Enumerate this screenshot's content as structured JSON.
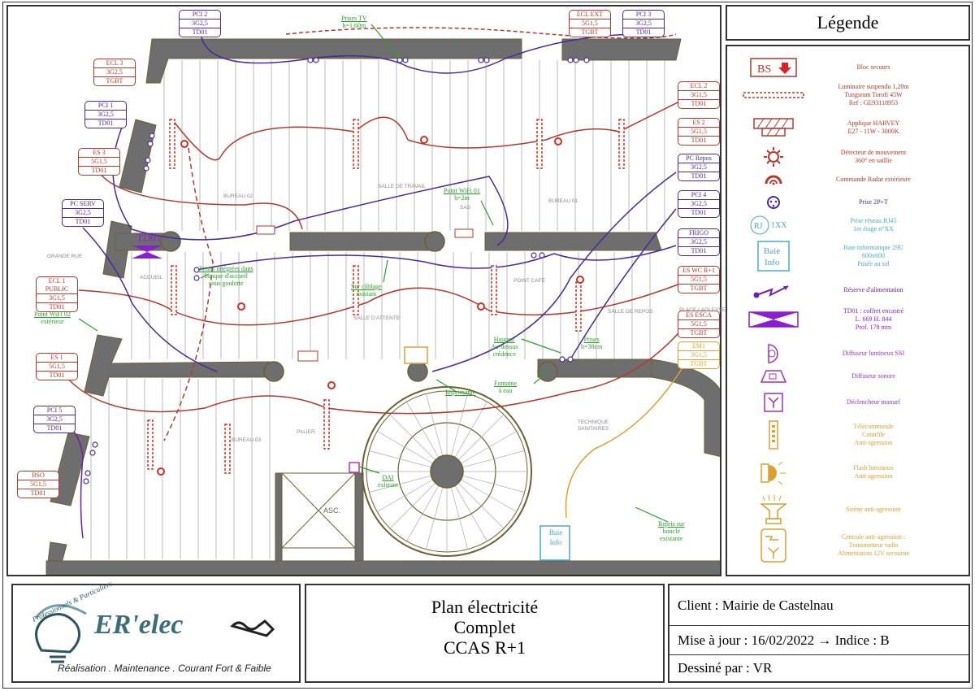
{
  "plan": {
    "circuits": [
      {
        "id": "pci2",
        "name": "PCI 2",
        "cable": "3G2,5",
        "board": "TD01",
        "kind": "pur"
      },
      {
        "id": "eclext",
        "name": "ECL EXT",
        "cable": "5G1,5",
        "board": "TGBT",
        "kind": "red"
      },
      {
        "id": "pci3",
        "name": "PCI 3",
        "cable": "3G2,5",
        "board": "TD01",
        "kind": "pur"
      },
      {
        "id": "ecl3",
        "name": "ECL 3",
        "cable": "3G2,5",
        "board": "TGBT",
        "kind": "red"
      },
      {
        "id": "pci1",
        "name": "PCI 1",
        "cable": "3G2,5",
        "board": "TD01",
        "kind": "pur"
      },
      {
        "id": "es3",
        "name": "ES 3",
        "cable": "5G1,5",
        "board": "TD01",
        "kind": "red"
      },
      {
        "id": "pcserv",
        "name": "PC SERV",
        "cable": "3G2,5",
        "board": "TD01",
        "kind": "pur"
      },
      {
        "id": "ecl1",
        "name": "ECL 1 PUBLIC",
        "cable": "3G1,5",
        "board": "TD01",
        "kind": "red"
      },
      {
        "id": "es1",
        "name": "ES 1",
        "cable": "5G1,5",
        "board": "TD01",
        "kind": "red"
      },
      {
        "id": "pci5",
        "name": "PCI 5",
        "cable": "3G2,5",
        "board": "TD01",
        "kind": "pur"
      },
      {
        "id": "bso",
        "name": "BSO",
        "cable": "5G1,5",
        "board": "TD01",
        "kind": "red"
      },
      {
        "id": "ecl2",
        "name": "ECL 2",
        "cable": "3G1,5",
        "board": "TD01",
        "kind": "red"
      },
      {
        "id": "es2",
        "name": "ES 2",
        "cable": "5G1,5",
        "board": "TD01",
        "kind": "red"
      },
      {
        "id": "pcrepos",
        "name": "PC Repos",
        "cable": "3G2,5",
        "board": "TD01",
        "kind": "pur"
      },
      {
        "id": "pci4",
        "name": "PCI 4",
        "cable": "3G2,5",
        "board": "TD01",
        "kind": "pur"
      },
      {
        "id": "frigo",
        "name": "FRIGO",
        "cable": "3G2,5",
        "board": "TD01",
        "kind": "pur"
      },
      {
        "id": "eswc",
        "name": "ES WC R+1",
        "cable": "5G1,5",
        "board": "TGBT",
        "kind": "red"
      },
      {
        "id": "esesca",
        "name": "ES ESCA",
        "cable": "5G1,5",
        "board": "TGBT",
        "kind": "red"
      },
      {
        "id": "em1",
        "name": "EM1",
        "cable": "3G1,5",
        "board": "TGBT",
        "kind": "org"
      }
    ],
    "notes": [
      {
        "id": "tv",
        "title": "Prises TV",
        "lines": [
          "h=1,60m"
        ]
      },
      {
        "id": "wifi1",
        "title": "Point WiFi 01",
        "lines": [
          "h=2m"
        ]
      },
      {
        "id": "accueil",
        "title": "Prises intégrées dans",
        "lines": [
          "banque d'accueil",
          "sous goulotte"
        ]
      },
      {
        "id": "cablage",
        "title": "Sur câblage",
        "lines": [
          "existant"
        ]
      },
      {
        "id": "wifi2",
        "title": "Point WiFi 02",
        "lines": [
          "extérieur"
        ]
      },
      {
        "id": "hauteur",
        "title": "Hauteur",
        "lines": [
          "Au-dessus",
          "crédence"
        ]
      },
      {
        "id": "prises30",
        "title": "Prises",
        "lines": [
          "h=30cm"
        ]
      },
      {
        "id": "fontaine",
        "title": "Fontaine",
        "lines": [
          "à eau"
        ]
      },
      {
        "id": "imprimante",
        "title": "Imprimante",
        "lines": []
      },
      {
        "id": "dai",
        "title": "DAI",
        "lines": [
          "existant"
        ]
      },
      {
        "id": "repris",
        "title": "Repris sur",
        "lines": [
          "boucle",
          "existante"
        ]
      }
    ],
    "rooms": {
      "bureau02": "BUREAU 02",
      "salle_travail": "SALLE DE TRAVAIL",
      "sas": "SAS",
      "bureau01": "BUREAU 01",
      "grande_rue": "GRANDE RUE",
      "accueil": "ACCUEIL",
      "salle_attente": "SALLE D'ATTENTE",
      "point_cafe": "POINT CAFE",
      "salle_repos": "SALLE DE REPOS",
      "bureau03": "BUREAU 03",
      "palier": "PALIER",
      "technique": "TECHNIQUE SANITAIRES",
      "asc": "ASC.",
      "place": "PLACE LAGLEYSE"
    },
    "td01_label": "TD01",
    "baie_label": [
      "Baie",
      "Info"
    ]
  },
  "legend": {
    "title": "Légende",
    "items": [
      {
        "id": "bs",
        "lines": [
          "Bloc secours"
        ],
        "color": "#b23a2a",
        "symbol_text": "BS"
      },
      {
        "id": "luminaire",
        "lines": [
          "Luminaire suspendu 1,20m",
          "Tungsram Torofi 45W",
          "Ref : GE93118953"
        ],
        "color": "#b23a2a"
      },
      {
        "id": "applique",
        "lines": [
          "Applique HARVEY",
          "E27 - 11W - 3000K"
        ],
        "color": "#b23a2a"
      },
      {
        "id": "detecteur",
        "lines": [
          "Détecteur de mouvement",
          "360° en saillie"
        ],
        "color": "#b23a2a"
      },
      {
        "id": "radar",
        "lines": [
          "Commande Radar extérieure"
        ],
        "color": "#b23a2a"
      },
      {
        "id": "prise",
        "lines": [
          "Prise 2P+T"
        ],
        "color": "#4b2a9b"
      },
      {
        "id": "rj45",
        "lines": [
          "Prise réseau RJ45",
          "1er étage n°XX"
        ],
        "color": "#4aa8c8",
        "symbol_text": "RJ",
        "symbol_suffix": "1XX"
      },
      {
        "id": "baie",
        "lines": [
          "Baie informatique 29U",
          "600x600",
          "Posée au sol"
        ],
        "color": "#4aa8c8",
        "symbol_lines": [
          "Baie",
          "Info"
        ]
      },
      {
        "id": "reserve",
        "lines": [
          "Réserve d'alimentation"
        ],
        "color": "#6a1fb0"
      },
      {
        "id": "td01",
        "lines": [
          "TD01 : coffret encastré",
          "L. 669 H. 844",
          "Prof. 178 mm"
        ],
        "color": "#8a1fd0"
      },
      {
        "id": "ssi",
        "lines": [
          "Diffuseur lumineux SSI"
        ],
        "color": "#a030c0"
      },
      {
        "id": "sonore",
        "lines": [
          "Diffuseur sonore"
        ],
        "color": "#a030c0"
      },
      {
        "id": "declencheur",
        "lines": [
          "Déclencheur manuel"
        ],
        "color": "#a030c0"
      },
      {
        "id": "telecommande",
        "lines": [
          "Télécommande",
          "Contrôle",
          "Anti-agression"
        ],
        "color": "#d9a030"
      },
      {
        "id": "flash",
        "lines": [
          "Flash lumineux",
          "Anti-agression"
        ],
        "color": "#d9a030"
      },
      {
        "id": "sirene",
        "lines": [
          "Sirène anti-agression"
        ],
        "color": "#d9a030"
      },
      {
        "id": "centrale",
        "lines": [
          "Centrale anti-agression :",
          "Transmetteur radio",
          "Alimentation 12V secourue"
        ],
        "color": "#d9a030"
      }
    ]
  },
  "footer": {
    "logo": {
      "brand": "ER'elec",
      "arc_text": "Professionnels & Particuliers",
      "tagline": "Réalisation . Maintenance . Courant Fort & Faible"
    },
    "title_lines": [
      "Plan électricité",
      "Complet",
      "CCAS R+1"
    ],
    "client": "Client : Mairie de Castelnau",
    "update": "Mise à jour : 16/02/2022  →  Indice : B",
    "drawn_by": "Dessiné par : VR"
  },
  "colors": {
    "wall": "#6e6e6e",
    "red": "#b23a2a",
    "purple": "#4b2a9b",
    "green": "#2aa02a",
    "orange": "#e0a030",
    "cyan": "#4aa8c8"
  }
}
